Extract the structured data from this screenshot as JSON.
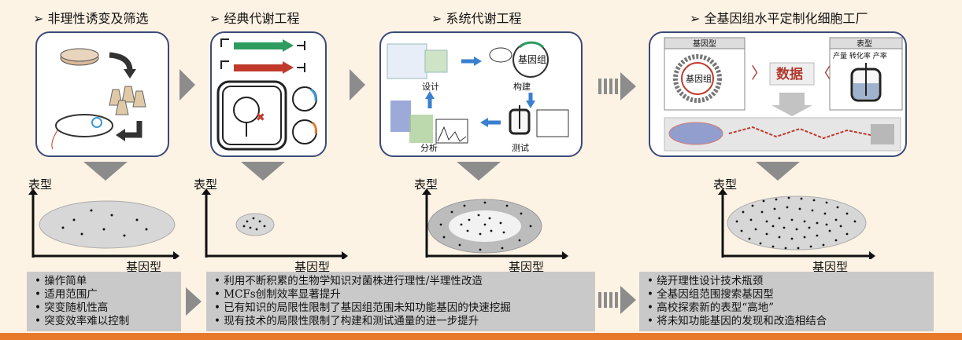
{
  "sections": [
    {
      "title": "➢ 非理性诱变及筛选"
    },
    {
      "title": "➢ 经典代谢工程"
    },
    {
      "title": "➢ 系统代谢工程"
    },
    {
      "title": "➢ 全基因组水平定制化细胞工厂"
    }
  ],
  "panel3": {
    "design": "设计",
    "build": "构建",
    "test": "测试",
    "analyze": "分析",
    "genome": "基因组"
  },
  "panel4": {
    "genotype": "基因型",
    "phenotype": "表型",
    "data": "数据",
    "genome": "基因组",
    "metrics": "产量 转化率 产率"
  },
  "axes": {
    "ylabel": "表型",
    "xlabel": "基因型"
  },
  "bullets": {
    "left": [
      "操作简单",
      "适用范围广",
      "突变随机性高",
      "突变效率难以控制"
    ],
    "middle": [
      "利用不断积累的生物学知识对菌株进行理性/半理性改造",
      "MCFs创制效率显著提升",
      "已有知识的局限性限制了基因组范围未知功能基因的快速挖掘",
      "现有技术的局限性限制了构建和测试通量的进一步提升"
    ],
    "right": [
      "绕开理性设计技术瓶颈",
      "全基因组范围搜索基因型",
      "高校探索新的表型“高地”",
      "将未知功能基因的发现和改造相结合"
    ]
  },
  "colors": {
    "panel_border": "#3b4a7a",
    "arrow_gray": "#8c8c8c",
    "bottom_bar": "#e8792b",
    "bullet_bg": "#c9c9c9",
    "background": "#fdf3e4"
  }
}
